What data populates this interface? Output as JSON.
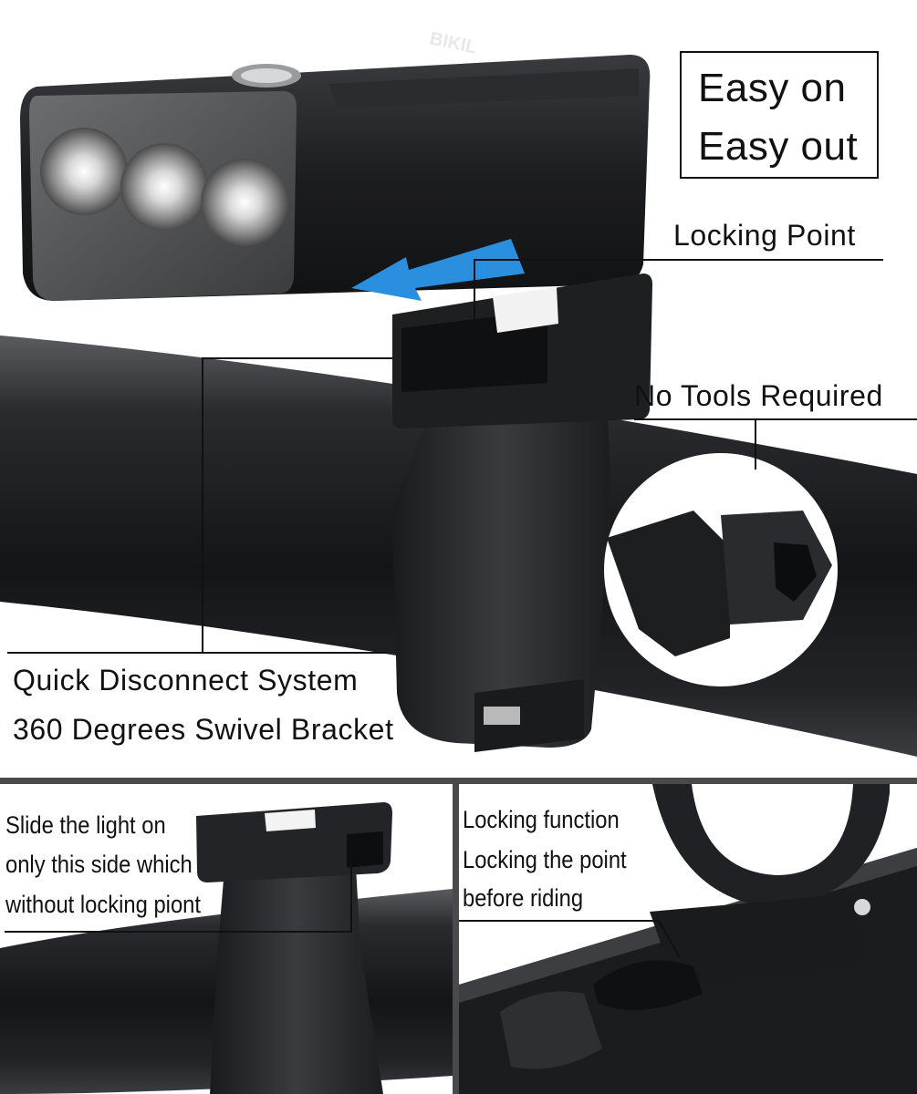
{
  "brand_logo_text": "BIKIL",
  "callout": {
    "line1": "Easy on",
    "line2": "Easy out"
  },
  "labels": {
    "locking_point": "Locking Point",
    "no_tools": "No Tools Required",
    "quick_disconnect": "Quick Disconnect System",
    "swivel": "360 Degrees Swivel Bracket"
  },
  "bottom_left": {
    "line1": "Slide the light on",
    "line2": "only this side which",
    "line3": "without locking piont"
  },
  "bottom_right": {
    "line1": "Locking function",
    "line2": "Locking the point",
    "line3": "before riding"
  },
  "colors": {
    "arrow": "#2b8fe0",
    "light_body": "#1b1c1e",
    "tube": "#202124",
    "bracket": "#252628"
  }
}
